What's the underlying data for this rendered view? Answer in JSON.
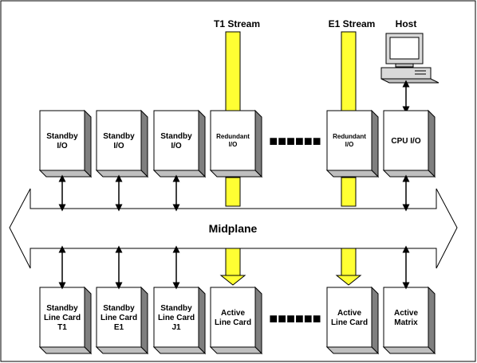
{
  "labels": {
    "t1_stream": "T1 Stream",
    "e1_stream": "E1 Stream",
    "host": "Host",
    "midplane": "Midplane"
  },
  "top_cards": [
    {
      "line1": "Standby",
      "line2": "I/O"
    },
    {
      "line1": "Standby",
      "line2": "I/O"
    },
    {
      "line1": "Standby",
      "line2": "I/O"
    },
    {
      "line1": "Redundant",
      "line2": "I/O"
    },
    {
      "line1": "Redundant",
      "line2": "I/O"
    },
    {
      "line1": "CPU I/O",
      "line2": ""
    }
  ],
  "bottom_cards": [
    {
      "line1": "Standby",
      "line2": "Line Card",
      "line3": "T1"
    },
    {
      "line1": "Standby",
      "line2": "Line Card",
      "line3": "E1"
    },
    {
      "line1": "Standby",
      "line2": "Line Card",
      "line3": "J1"
    },
    {
      "line1": "Active",
      "line2": "Line Card",
      "line3": ""
    },
    {
      "line1": "Active",
      "line2": "Line Card",
      "line3": ""
    },
    {
      "line1": "Active",
      "line2": "Matrix",
      "line3": ""
    }
  ],
  "colors": {
    "stream": "#ffff33",
    "card_face": "#ffffff",
    "card_side": "#7f7f7f",
    "card_top": "#bfbfbf",
    "line": "#000000"
  }
}
